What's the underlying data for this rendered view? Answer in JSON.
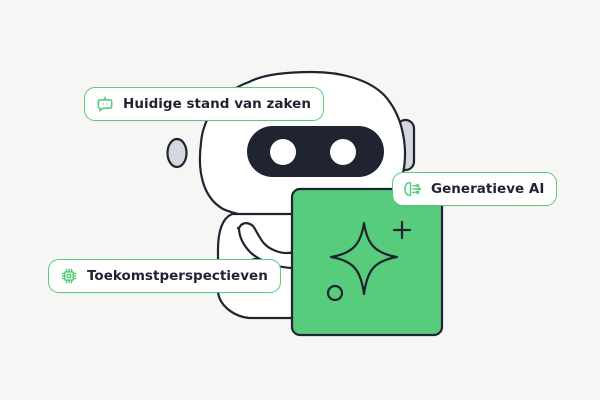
{
  "labels": {
    "status": "Huidige stand van zaken",
    "generative_ai": "Generatieve AI",
    "future": "Toekomstperspectieven"
  },
  "icons": {
    "status": "chat-robot-icon",
    "generative_ai": "brain-circuit-icon",
    "future": "chip-icon"
  },
  "colors": {
    "background": "#f6f6f4",
    "accent": "#56cc7c",
    "outline": "#1f2430",
    "robot_body": "#ffffff",
    "robot_face": "#1f2430",
    "robot_ear": "#d4d7de",
    "robot_eye": "#ffffff"
  }
}
